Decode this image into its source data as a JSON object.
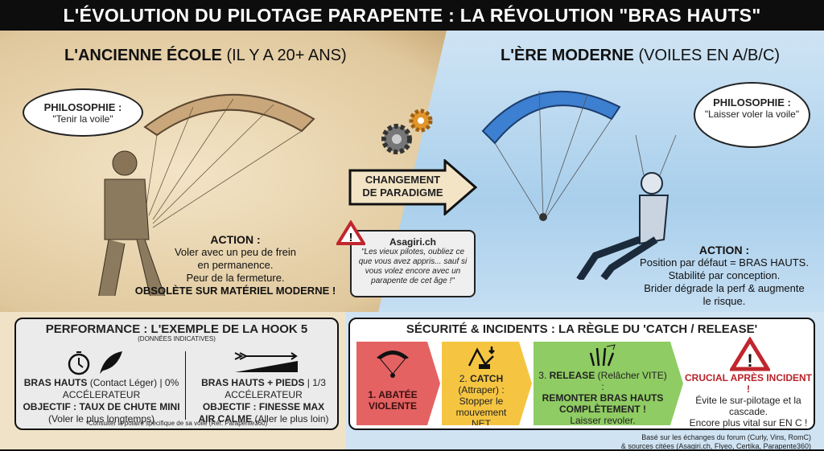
{
  "title": "L'ÉVOLUTION DU PILOTAGE PARAPENTE : LA RÉVOLUTION \"BRAS HAUTS\"",
  "left": {
    "heading_bold": "L'ANCIENNE ÉCOLE",
    "heading_light": "(IL Y A 20+ ANS)",
    "bubble_title": "PHILOSOPHIE :",
    "bubble_text": "\"Tenir la voile\"",
    "action_title": "ACTION :",
    "action_lines": [
      "Voler avec un peu de frein",
      "en permanence.",
      "Peur de la fermeture."
    ],
    "action_bold": "OBSOLÈTE SUR MATÉRIEL MODERNE !"
  },
  "middle": {
    "arrow_line1": "CHANGEMENT",
    "arrow_line2": "DE PARADIGME",
    "quote_source": "Asagiri.ch",
    "quote_text": "\"Les vieux pilotes, oubliez ce que vous avez appris... sauf si vous volez encore avec un parapente de cet âge !\""
  },
  "right": {
    "heading_bold": "L'ÈRE MODERNE",
    "heading_light": "(VOILES EN A/B/C)",
    "bubble_title": "PHILOSOPHIE :",
    "bubble_text": "\"Laisser voler la voile\"",
    "action_title": "ACTION :",
    "action_lines": [
      "Position par défaut = BRAS HAUTS.",
      "Stabilité par conception.",
      "Brider dégrade la perf & augmente",
      "le risque."
    ]
  },
  "performance": {
    "title": "PERFORMANCE : L'EXEMPLE DE LA HOOK 5",
    "subtitle": "(DONNÉES INDICATIVES)",
    "left": {
      "bold": "BRAS HAUTS",
      "rest": "(Contact Léger) | 0%",
      "line2": "ACCÉLERATEUR",
      "objective": "OBJECTIF : TAUX DE CHUTE MINI",
      "note": "(Voler le plus longtemps)"
    },
    "right": {
      "bold": "BRAS HAUTS + PIEDS",
      "rest": "| 1/3",
      "line2": "ACCÉLERATEUR",
      "objective": "OBJECTIF : FINESSE MAX",
      "obj2_bold": "AIR CALME",
      "note": "(Aller le plus loin)"
    },
    "footnote": "*Consulter la polaire spécifique de sa voile (Réf. Parapente360)"
  },
  "security": {
    "title": "SÉCURITÉ & INCIDENTS : LA RÈGLE DU 'CATCH / RELEASE'",
    "steps": [
      {
        "color": "#e46262",
        "bold": "1. ABATÉE VIOLENTE"
      },
      {
        "color": "#f5c542",
        "num": "2.",
        "bold": "CATCH",
        "rest": "(Attraper) :",
        "text": "Stopper le mouvement NET"
      },
      {
        "color": "#8fcc63",
        "num": "3.",
        "bold": "RELEASE",
        "rest": "(Relâcher VITE) :",
        "bold2": "REMONTER BRAS HAUTS COMPLÈTEMENT !",
        "text": "Laisser revoler."
      }
    ],
    "crucial_title": "CRUCIAL APRÈS INCIDENT !",
    "crucial_lines": [
      "Évite le sur-pilotage et la cascade.",
      "Encore plus vital sur EN C !"
    ]
  },
  "footer": [
    "Basé sur les échanges du forum (Curly, Vins, RomC)",
    "& sources citées (Asagiri.ch, Flyeo, Certika, Parapente360)"
  ]
}
